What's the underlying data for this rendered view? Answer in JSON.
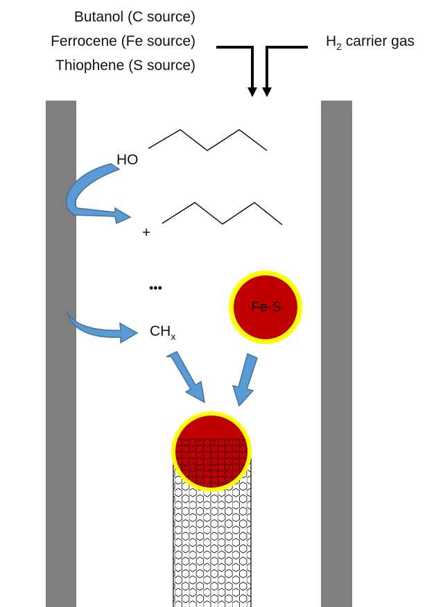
{
  "inputs": {
    "sources": [
      "Butanol (C source)",
      "Ferrocene (Fe source)",
      "Thiophene (S source)"
    ],
    "carrier": {
      "main": "H",
      "sub": "2",
      "rest": " carrier gas"
    }
  },
  "molecules": {
    "hydroxyl": "HO",
    "plus": "+",
    "ellipsis": "•••",
    "ch": {
      "main": "CH",
      "sub": "x"
    }
  },
  "catalyst": {
    "label": "Fe-S"
  },
  "colors": {
    "wall": "#7f7f7f",
    "arrow_fill": "#5b9bd5",
    "arrow_stroke": "#41719c",
    "particle": "#c00000",
    "shell": "#ffff00",
    "line": "#000000"
  }
}
